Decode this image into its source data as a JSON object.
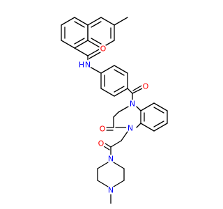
{
  "diagram": {
    "type": "chemical-structure",
    "colors": {
      "bond": "#000000",
      "oxygen": "#ff0000",
      "nitrogen": "#0000ff",
      "background": "#ffffff"
    },
    "atom_labels": {
      "o_amide": "O",
      "nh_amide": "N",
      "h_amide": "H",
      "o_benzoyl": "O",
      "n_diazepine_top": "N",
      "o_lactam": "O",
      "n_diazepine_bottom": "N",
      "o_acetyl": "O",
      "n_piperazine_top": "N",
      "n_piperazine_bottom": "N"
    }
  }
}
